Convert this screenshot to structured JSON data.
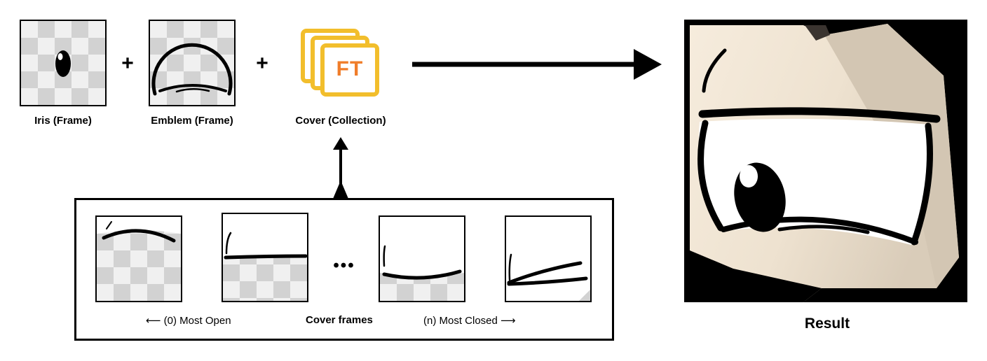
{
  "labels": {
    "iris": "Iris (Frame)",
    "emblem": "Emblem (Frame)",
    "cover": "Cover (Collection)",
    "result": "Result"
  },
  "operators": {
    "plus1": "+",
    "plus2": "+"
  },
  "cover_icon": {
    "text": "FT",
    "frame_color": "#F2BE2C",
    "text_color": "#F07D2A"
  },
  "cover_frames": {
    "title": "Cover frames",
    "most_open": "⟵ (0) Most Open",
    "most_closed": "(n) Most Closed ⟶",
    "ellipsis": "•••"
  },
  "colors": {
    "skin": "#F3E7D6",
    "shade": "#D6CAB8",
    "line": "#000000"
  }
}
